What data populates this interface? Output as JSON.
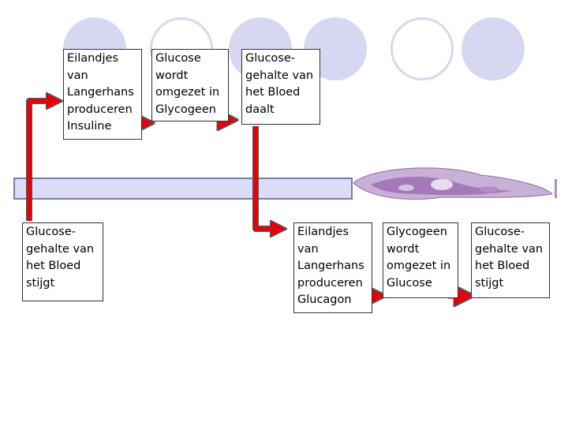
{
  "boxes": {
    "eilandjes_insuline": "Eilandjes van Langerhans produceren Insuline",
    "glucose_glycogeen": "Glucose wordt omgezet in Glycogeen",
    "gehalte_daalt": "Glucose-gehalte van het Bloed daalt",
    "gehalte_stijgt_left": "Glucose-gehalte van het Bloed stijgt",
    "eilandjes_glucagon": "Eilandjes van Langerhans produceren Glucagon",
    "glycogeen_glucose": "Glycogeen wordt omgezet in Glucose",
    "gehalte_stijgt_right": "Glucose-gehalte van het Bloed stijgt"
  },
  "colors": {
    "arrow": "#e8000a",
    "arrow_outline": "#555555",
    "band": "#dcdcf6",
    "circle": "#d7d7f2",
    "tissue": "#9b6bb3"
  },
  "decoration": {
    "image": "pancreas-tissue-section"
  }
}
